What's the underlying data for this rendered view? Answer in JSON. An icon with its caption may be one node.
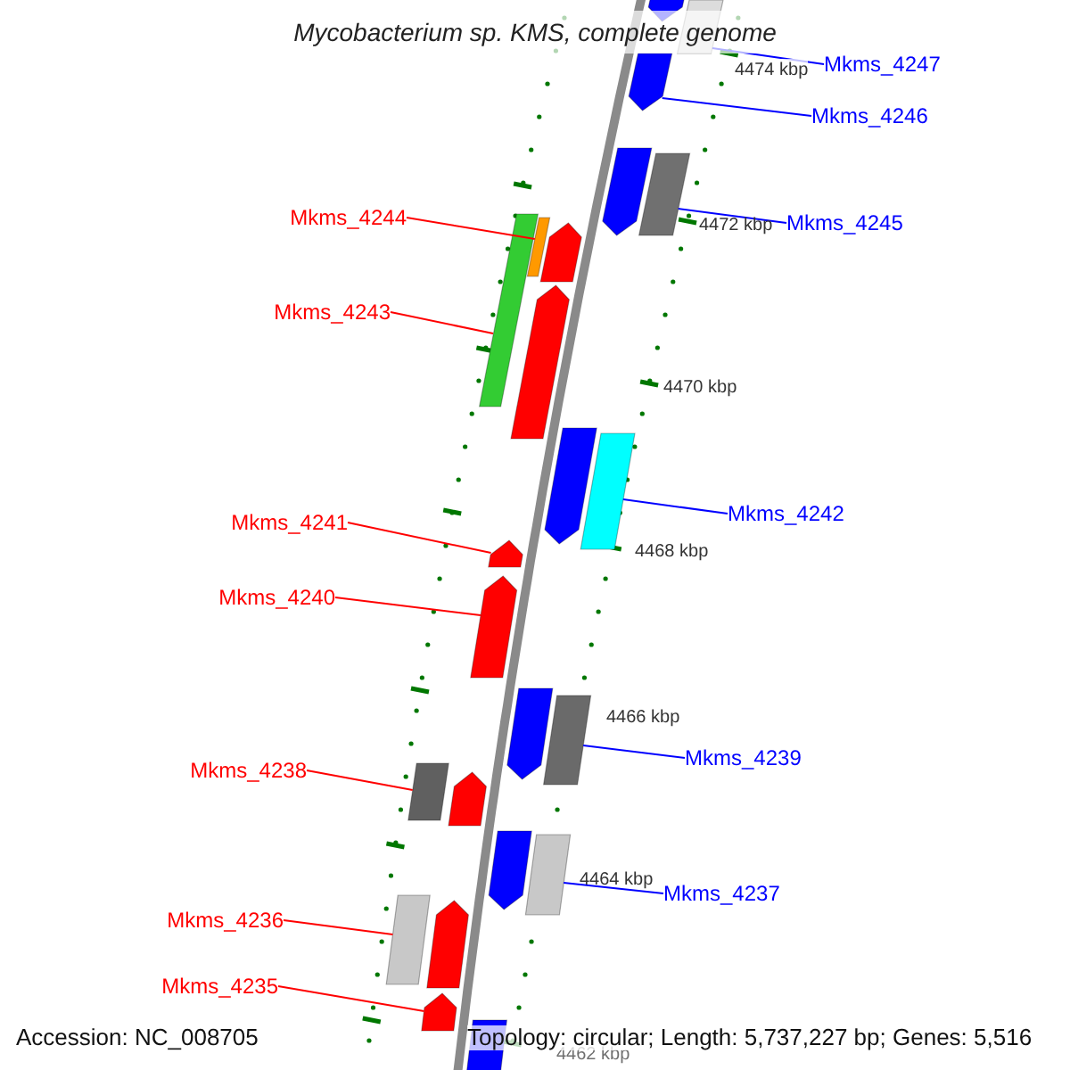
{
  "diagram": {
    "title": "Mycobacterium sp. KMS, complete genome",
    "nodes": [
      {
        "text": [
          "Mkms_4247"
        ]
      },
      {
        "text": [],
        "shape": "bar"
      },
      {
        "text": [
          "Mkms_4246"
        ]
      },
      {
        "text": [],
        "shape": "arrow"
      },
      {
        "text": [
          "Mkms_4245"
        ]
      },
      {
        "text": [],
        "shape": "bar"
      },
      {
        "text": [
          "Mkms_4244"
        ]
      },
      {
        "text": [],
        "shape": "bar"
      },
      {
        "text": [
          "Mkms_4243"
        ]
      },
      {
        "text": [],
        "shape": "bar"
      },
      {
        "text": [
          "Mkms_4242"
        ]
      },
      {
        "text": [],
        "shape": "bar"
      },
      {
        "text": [
          "Mkms_4241"
        ]
      },
      {
        "text": [],
        "shape": "arrow"
      },
      {
        "text": [
          "Mkms_4240"
        ]
      },
      {
        "text": [],
        "shape": "arrow"
      },
      {
        "text": [
          "Mkms_4239"
        ]
      },
      {
        "text": [],
        "shape": "bar"
      },
      {
        "text": [
          "Mkms_4238"
        ]
      },
      {
        "text": [],
        "shape": "bar"
      },
      {
        "text": [
          "Mkms_4237"
        ]
      },
      {
        "text": [],
        "shape": "bar"
      },
      {
        "text": [
          "Mkms_4236"
        ]
      },
      {
        "text": [],
        "shape": "bar"
      },
      {
        "text": [
          "Mkms_4235"
        ]
      },
      {
        "text": [],
        "shape": "arrow"
      },
      {
        "text": [],
        "shape": "arrow"
      },
      {
        "text": [],
        "shape": "arrow"
      },
      {
        "text": [],
        "shape": "arrow"
      },
      {
        "text": [],
        "shape": "arrow"
      },
      {
        "text": [],
        "shape": "arrow"
      },
      {
        "text": [],
        "shape": "arrow"
      },
      {
        "text": [],
        "shape": "arrow"
      },
      {
        "text": [],
        "shape": "arrow"
      },
      {
        "text": [],
        "shape": "arrow"
      },
      {
        "text": [],
        "shape": "arrow"
      }
    ],
    "edges": [
      {
        "from": 0,
        "to": 1,
        "arrow": "none",
        "color": "#0000ff"
      },
      {
        "from": 2,
        "to": 3,
        "arrow": "none",
        "color": "#0000ff"
      },
      {
        "from": 4,
        "to": 5,
        "arrow": "none",
        "color": "#0000ff"
      },
      {
        "from": 6,
        "to": 7,
        "arrow": "none"
      },
      {
        "from": 8,
        "to": 9,
        "arrow": "none"
      },
      {
        "from": 10,
        "to": 11,
        "arrow": "none",
        "color": "#0000ff"
      },
      {
        "from": 12,
        "to": 13,
        "arrow": "none"
      },
      {
        "from": 14,
        "to": 15,
        "arrow": "none"
      },
      {
        "from": 16,
        "to": 17,
        "arrow": "none",
        "color": "#0000ff"
      },
      {
        "from": 18,
        "to": 19,
        "arrow": "none"
      },
      {
        "from": 20,
        "to": 21,
        "arrow": "none",
        "color": "#0000ff"
      },
      {
        "from": 22,
        "to": 23,
        "arrow": "none"
      },
      {
        "from": 24,
        "to": 25,
        "arrow": "none"
      }
    ],
    "labels": [
      "4474 kbp",
      "4472 kbp",
      "4470 kbp",
      "4468 kbp",
      "4466 kbp",
      "4464 kbp",
      "4462 kbp",
      "Accession: NC_008705",
      "Topology: circular; Length: 5,737,227 bp; Genes: 5,516"
    ]
  }
}
